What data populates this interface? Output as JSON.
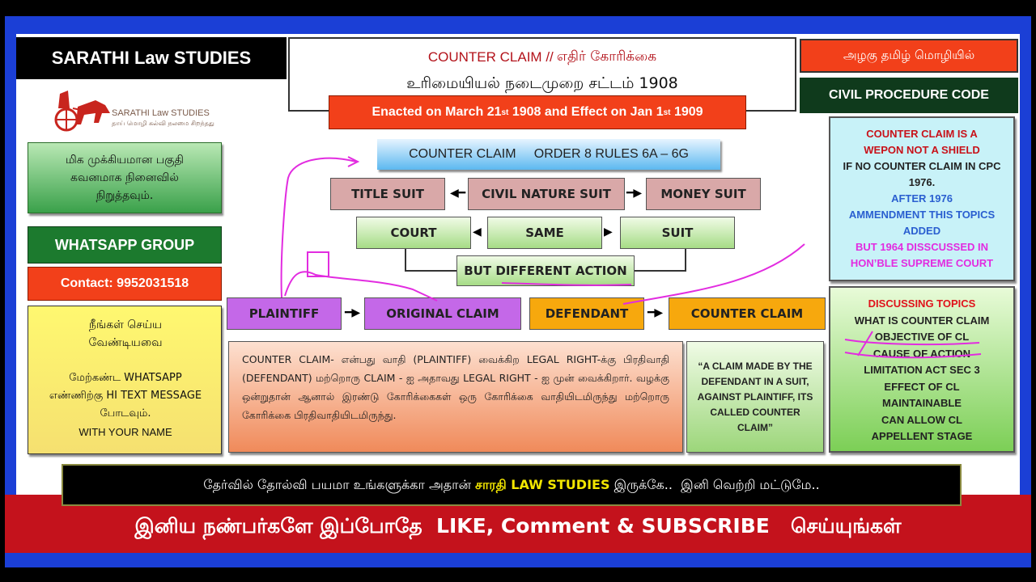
{
  "brand_title": "SARATHI Law STUDIES",
  "logo": {
    "name": "SARATHI Law STUDIES",
    "tagline": "தாய் மொழி கல்வி நலமை சிறந்தது"
  },
  "header": {
    "line1_en": "COUNTER CLAIM //",
    "line1_ta": "எதிர் கோரிக்கை",
    "line2": "உரிமையியல் நடைமுறை சட்டம் 1908"
  },
  "enacted": {
    "prefix": "Enacted on March 21",
    "sup1": "st",
    "mid": " 1908 and Effect on Jan 1",
    "sup2": "st",
    "suffix": " 1909"
  },
  "top_right": {
    "tamil": "அழகு தமிழ் மொழியில்",
    "cpc": "CIVIL PROCEDURE CODE"
  },
  "note_box": "மிக முக்கியமான பகுதி கவனமாக நினைவில் நிறுத்தவும்.",
  "whatsapp": {
    "group": "WHATSAPP GROUP",
    "contact": "Contact: 9952031518"
  },
  "todo": {
    "title": "நீங்கள் செய்ய வேண்டியவை",
    "body1": "மேற்கண்ட WHATSAPP எண்ணிற்கு HI TEXT MESSAGE போடவும்.",
    "body2": "WITH YOUR NAME"
  },
  "flow": {
    "order": "COUNTER CLAIM     ORDER 8 RULES 6A – 6G",
    "row1": [
      "TITLE SUIT",
      "CIVIL NATURE SUIT",
      "MONEY SUIT"
    ],
    "row2": [
      "COURT",
      "SAME",
      "SUIT"
    ],
    "diff": "BUT DIFFERENT ACTION",
    "row3": [
      "PLAINTIFF",
      "ORIGINAL CLAIM",
      "DEFENDANT",
      "COUNTER CLAIM"
    ]
  },
  "explain": "COUNTER CLAIM- என்பது வாதி (PLAINTIFF) வைக்கிற LEGAL RIGHT-க்கு பிரதிவாதி (DEFENDANT) மற்றொரு CLAIM - ஐ அதாவது LEGAL RIGHT - ஐ  முன் வைக்கிறார். வழக்கு ஒன்றுதான் ஆனால் இரண்டு கோரிக்கைகள் ஒரு கோரிக்கை வாதியிடமிருந்து மற்றொரு கோரிக்கை பிரதிவாதியிடமிருந்து.",
  "definition": "“A CLAIM MADE BY THE DEFENDANT IN A SUIT, AGAINST PLAINTIFF, ITS CALLED COUNTER CLAIM”",
  "weapon": {
    "l1": "COUNTER CLAIM IS A",
    "l2": "WEPON NOT A SHIELD",
    "l3": "IF NO COUNTER CLAIM IN CPC 1976.",
    "l4": "AFTER 1976",
    "l5": "AMMENDMENT THIS TOPICS ADDED",
    "l6": "BUT 1964 DISSCUSSED IN HON’BLE SUPREME COURT"
  },
  "topics": {
    "title": "DISCUSSING TOPICS",
    "items": [
      "WHAT IS COUNTER CLAIM",
      "OBJECTIVE OF CL",
      "CAUSE OF ACTION",
      "LIMITATION ACT SEC 3",
      "EFFECT OF CL",
      "MAINTAINABLE",
      "CAN ALLOW CL",
      "APPELLENT STAGE"
    ]
  },
  "banner1": {
    "part1": "தேர்வில் தோல்வி பயமா உங்களுக்கா அதான் ",
    "brand": "சாரதி LAW STUDIES",
    "part2": " இருக்கே..  இனி வெற்றி மட்டுமே.."
  },
  "banner2": "இனிய நண்பர்களே இப்போதே  LIKE, Comment & SUBSCRIBE   செய்யுங்கள்",
  "colors": {
    "frame": "#1b3fd6",
    "red": "#f2401a",
    "green": "#1c7a2e",
    "purple": "#c468e8",
    "orange": "#f7a80d",
    "ink": "#e22ce0"
  }
}
